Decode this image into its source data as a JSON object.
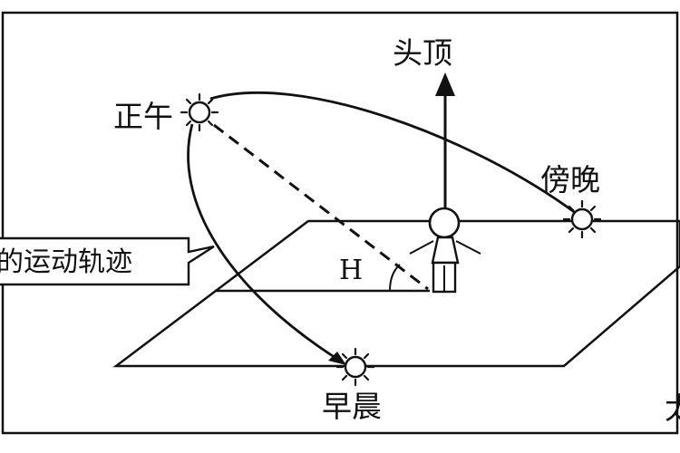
{
  "labels": {
    "zenith": "头顶",
    "noon": "正午",
    "evening": "傍晚",
    "morning": "早晨",
    "angle": "H",
    "track": "的运动轨迹",
    "corner_partial": "太"
  },
  "colors": {
    "line": "#111111",
    "background": "#ffffff"
  },
  "icons": [
    "sun-icon",
    "person-icon",
    "arrow-up-icon"
  ]
}
